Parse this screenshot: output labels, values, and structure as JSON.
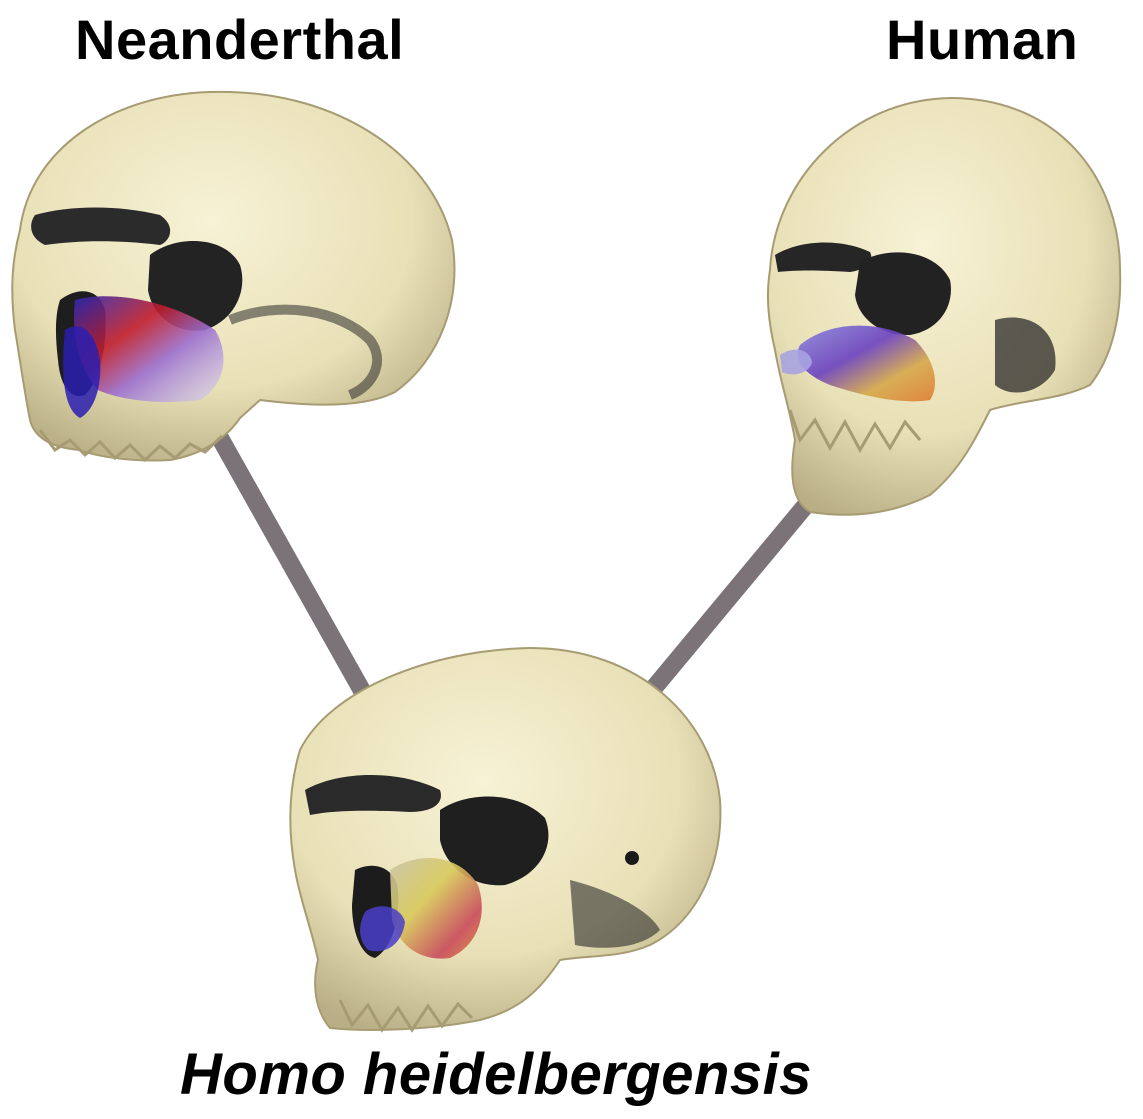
{
  "labels": {
    "neanderthal": "Neanderthal",
    "human": "Human",
    "ancestor": "Homo heidelbergensis"
  },
  "colors": {
    "bone": "#ece5bd",
    "bone_shadow": "#bfb48a",
    "dark": "#1b1b1b",
    "connector": "#7b7377",
    "sinus_blue": "#3a32c8",
    "sinus_red": "#c8202a",
    "sinus_yellow": "#d9c44e"
  },
  "icons": [
    "neanderthal-skull",
    "human-skull",
    "homo-heidelbergensis-skull"
  ]
}
